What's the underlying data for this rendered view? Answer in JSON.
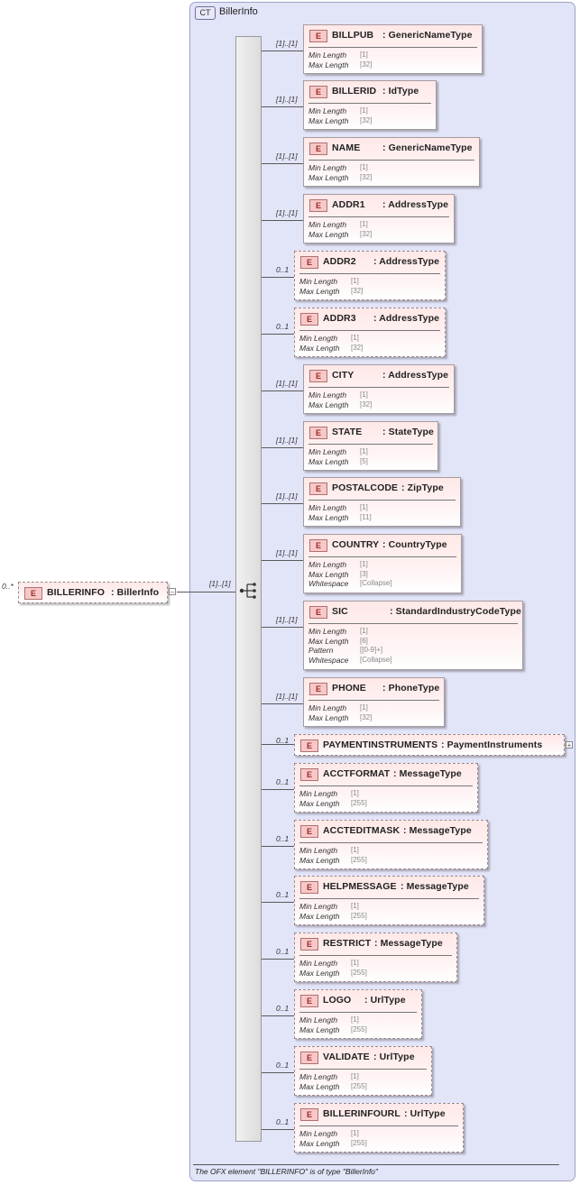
{
  "complex_type": {
    "badge": "CT",
    "name": "BillerInfo"
  },
  "root": {
    "occurrence": "0..*",
    "badge": "E",
    "name": "BILLERINFO",
    "type": ": BillerInfo",
    "link_occurrence": "[1]..[1]",
    "collapse_glyph": "–"
  },
  "expand_glyph": "+",
  "children": [
    {
      "occ": "[1]..[1]",
      "optional": false,
      "name": "BILLPUB",
      "type": ": GenericNameType",
      "facets": [
        [
          "Min Length",
          "[1]"
        ],
        [
          "Max Length",
          "[32]"
        ]
      ]
    },
    {
      "occ": "[1]..[1]",
      "optional": false,
      "name": "BILLERID",
      "type": ": IdType",
      "facets": [
        [
          "Min Length",
          "[1]"
        ],
        [
          "Max Length",
          "[32]"
        ]
      ]
    },
    {
      "occ": "[1]..[1]",
      "optional": false,
      "name": "NAME",
      "type": ": GenericNameType",
      "facets": [
        [
          "Min Length",
          "[1]"
        ],
        [
          "Max Length",
          "[32]"
        ]
      ]
    },
    {
      "occ": "[1]..[1]",
      "optional": false,
      "name": "ADDR1",
      "type": ": AddressType",
      "facets": [
        [
          "Min Length",
          "[1]"
        ],
        [
          "Max Length",
          "[32]"
        ]
      ]
    },
    {
      "occ": "0..1",
      "optional": true,
      "name": "ADDR2",
      "type": ": AddressType",
      "facets": [
        [
          "Min Length",
          "[1]"
        ],
        [
          "Max Length",
          "[32]"
        ]
      ]
    },
    {
      "occ": "0..1",
      "optional": true,
      "name": "ADDR3",
      "type": ": AddressType",
      "facets": [
        [
          "Min Length",
          "[1]"
        ],
        [
          "Max Length",
          "[32]"
        ]
      ]
    },
    {
      "occ": "[1]..[1]",
      "optional": false,
      "name": "CITY",
      "type": ": AddressType",
      "facets": [
        [
          "Min Length",
          "[1]"
        ],
        [
          "Max Length",
          "[32]"
        ]
      ]
    },
    {
      "occ": "[1]..[1]",
      "optional": false,
      "name": "STATE",
      "type": ": StateType",
      "facets": [
        [
          "Min Length",
          "[1]"
        ],
        [
          "Max Length",
          "[5]"
        ]
      ]
    },
    {
      "occ": "[1]..[1]",
      "optional": false,
      "name": "POSTALCODE",
      "type": ": ZipType",
      "facets": [
        [
          "Min Length",
          "[1]"
        ],
        [
          "Max Length",
          "[11]"
        ]
      ]
    },
    {
      "occ": "[1]..[1]",
      "optional": false,
      "name": "COUNTRY",
      "type": ": CountryType",
      "facets": [
        [
          "Min Length",
          "[1]"
        ],
        [
          "Max Length",
          "[3]"
        ],
        [
          "Whitespace",
          "[Collapse]"
        ]
      ]
    },
    {
      "occ": "[1]..[1]",
      "optional": false,
      "name": "SIC",
      "type": ": StandardIndustryCodeType",
      "facets": [
        [
          "Min Length",
          "[1]"
        ],
        [
          "Max Length",
          "[6]"
        ],
        [
          "Pattern",
          "[[0-9]+]"
        ],
        [
          "Whitespace",
          "[Collapse]"
        ]
      ]
    },
    {
      "occ": "[1]..[1]",
      "optional": false,
      "name": "PHONE",
      "type": ": PhoneType",
      "facets": [
        [
          "Min Length",
          "[1]"
        ],
        [
          "Max Length",
          "[32]"
        ]
      ]
    },
    {
      "occ": "0..1",
      "optional": true,
      "name": "PAYMENTINSTRUMENTS",
      "type": ": PaymentInstruments",
      "facets": [],
      "expandable": true
    },
    {
      "occ": "0..1",
      "optional": true,
      "name": "ACCTFORMAT",
      "type": ": MessageType",
      "facets": [
        [
          "Min Length",
          "[1]"
        ],
        [
          "Max Length",
          "[255]"
        ]
      ]
    },
    {
      "occ": "0..1",
      "optional": true,
      "name": "ACCTEDITMASK",
      "type": ": MessageType",
      "facets": [
        [
          "Min Length",
          "[1]"
        ],
        [
          "Max Length",
          "[255]"
        ]
      ]
    },
    {
      "occ": "0..1",
      "optional": true,
      "name": "HELPMESSAGE",
      "type": ": MessageType",
      "facets": [
        [
          "Min Length",
          "[1]"
        ],
        [
          "Max Length",
          "[255]"
        ]
      ]
    },
    {
      "occ": "0..1",
      "optional": true,
      "name": "RESTRICT",
      "type": ": MessageType",
      "facets": [
        [
          "Min Length",
          "[1]"
        ],
        [
          "Max Length",
          "[255]"
        ]
      ]
    },
    {
      "occ": "0..1",
      "optional": true,
      "name": "LOGO",
      "type": ": UrlType",
      "facets": [
        [
          "Min Length",
          "[1]"
        ],
        [
          "Max Length",
          "[255]"
        ]
      ]
    },
    {
      "occ": "0..1",
      "optional": true,
      "name": "VALIDATE",
      "type": ": UrlType",
      "facets": [
        [
          "Min Length",
          "[1]"
        ],
        [
          "Max Length",
          "[255]"
        ]
      ]
    },
    {
      "occ": "0..1",
      "optional": true,
      "name": "BILLERINFOURL",
      "type": ": UrlType",
      "facets": [
        [
          "Min Length",
          "[1]"
        ],
        [
          "Max Length",
          "[255]"
        ]
      ]
    }
  ],
  "footer": "The OFX element \"BILLERINFO\" is of type \"BillerInfo\""
}
